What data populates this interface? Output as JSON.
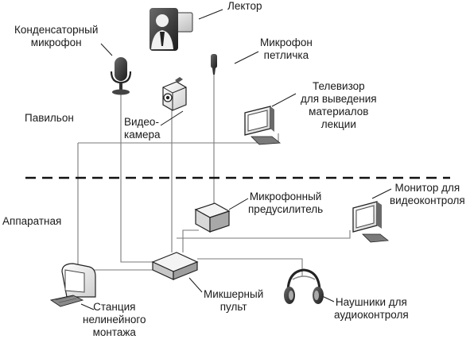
{
  "labels": {
    "lecturer": "Лектор",
    "condenser_mic": "Конденсаторный\nмикрофон",
    "lavalier_mic": "Микрофон\nпетличка",
    "tv": "Телевизор\nдля выведения\nматериалов\nлекции",
    "pavilion": "Павильон",
    "camcorder": "Видео-\nкамера",
    "mic_preamp": "Микрофонный\nпредусилитель",
    "monitor": "Монитор для\nвидеоконтроля",
    "control_room": "Аппаратная",
    "mixer": "Микшерный\nпульт",
    "headphones": "Наушники для\nаудиоконтроля",
    "editing_station": "Станция\nнелинейного\nмонтажа"
  }
}
